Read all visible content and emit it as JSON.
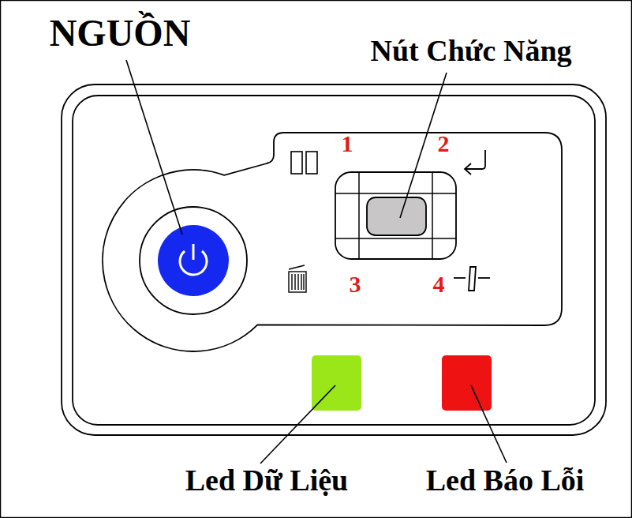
{
  "diagram": {
    "labels": [
      "NGUỒN",
      "Nút Chức Năng",
      "1",
      "2",
      "3",
      "4",
      "Led Dữ Liệu",
      "Led Báo Lỗi"
    ]
  }
}
